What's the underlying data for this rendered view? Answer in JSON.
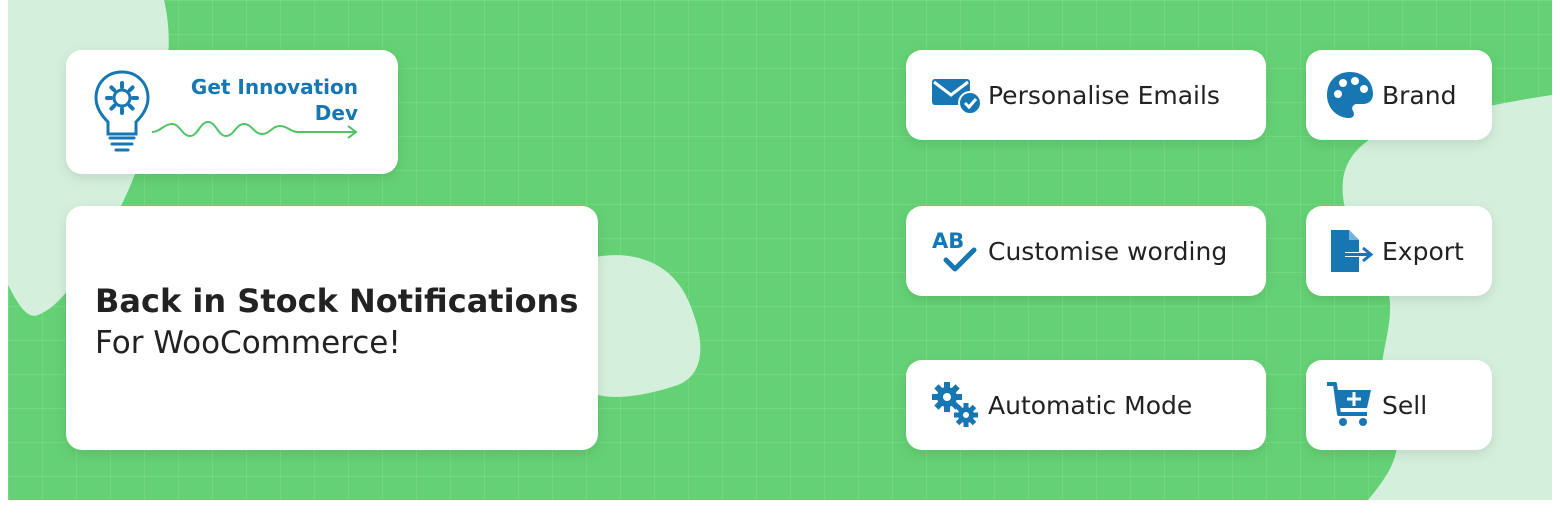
{
  "logo": {
    "line1": "Get Innovation",
    "line2": "Dev",
    "icon": "lightbulb-gear-icon"
  },
  "hero": {
    "title": "Back in Stock Notifications",
    "subtitle": "For WooCommerce!"
  },
  "features": [
    {
      "label": "Personalise Emails",
      "icon": "email-check-icon"
    },
    {
      "label": "Brand",
      "icon": "palette-icon"
    },
    {
      "label": "Customise wording",
      "icon": "spellcheck-icon"
    },
    {
      "label": "Export",
      "icon": "file-export-icon"
    },
    {
      "label": "Automatic Mode",
      "icon": "gears-icon"
    },
    {
      "label": "Sell",
      "icon": "cart-plus-icon"
    }
  ],
  "colors": {
    "background": "#64d274",
    "blob": "#d4f0dc",
    "icon_blue": "#1677b3",
    "text": "#222222",
    "wave_green": "#4fc463"
  }
}
